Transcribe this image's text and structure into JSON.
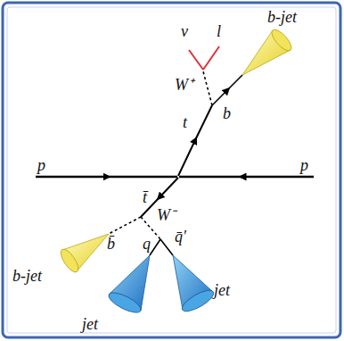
{
  "diagram": {
    "labels": [
      "ν",
      "l",
      "b-jet",
      "W⁺",
      "t",
      "b",
      "p",
      "p",
      "t̄",
      "b̄",
      "W⁻",
      "q",
      "q̄′",
      "b-jet",
      "jet",
      "jet"
    ]
  }
}
